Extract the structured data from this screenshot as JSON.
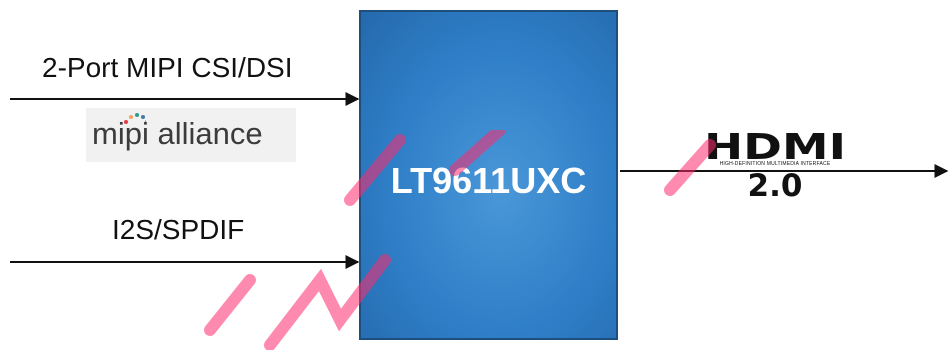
{
  "diagram": {
    "inputs": [
      {
        "label": "2-Port MIPI CSI/DSI"
      },
      {
        "label": "I2S/SPDIF"
      }
    ],
    "mipi_logo": {
      "text": "mipi alliance"
    },
    "chip": {
      "name": "LT9611UXC",
      "fill_color": "#2f7fc8",
      "border_color": "#1d4f7e"
    },
    "output": {
      "logo_word": "HDMI",
      "logo_tagline": "HIGH-DEFINITION MULTIMEDIA INTERFACE",
      "version": "2.0"
    },
    "colors": {
      "watermark": "#ff2a6e",
      "arrow": "#111111"
    }
  }
}
